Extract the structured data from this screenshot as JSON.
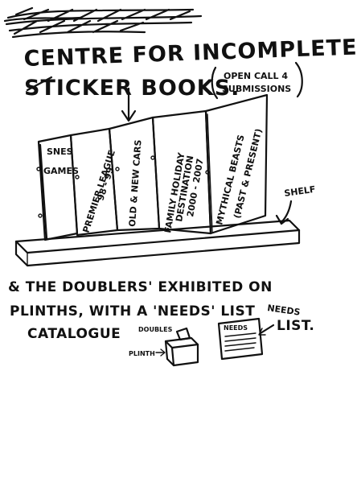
{
  "title": {
    "line1": "CENTRE FOR INCOMPLETE",
    "line2": "STICKER BOOKS."
  },
  "open_call": {
    "line1": "OPEN CALL 4",
    "line2": "SUBMISSIONS"
  },
  "books": [
    {
      "lines": [
        "SNES",
        "GAMES"
      ]
    },
    {
      "lines": [
        "PREMIER LEAGUE",
        "98 - 99"
      ]
    },
    {
      "lines": [
        "OLD & NEW CARS"
      ]
    },
    {
      "lines": [
        "FAMILY HOLIDAY",
        "DESTINATION",
        "2000 - 2007"
      ]
    },
    {
      "lines": [
        "MYTHICAL BEASTS",
        "(PAST & PRESENT)"
      ]
    }
  ],
  "shelf_label": "SHELF",
  "caption": {
    "line1": "& THE DOUBLERS' EXHIBITED ON",
    "line2": "PLINTHS, WITH A 'NEEDS' LIST",
    "line3": "CATALOGUE"
  },
  "plinth": {
    "doubles_label": "DOUBLES",
    "plinth_label": "PLINTH"
  },
  "needs_list": {
    "header": "NEEDS",
    "label_line1": "NEEDS",
    "label_line2": "LIST."
  }
}
